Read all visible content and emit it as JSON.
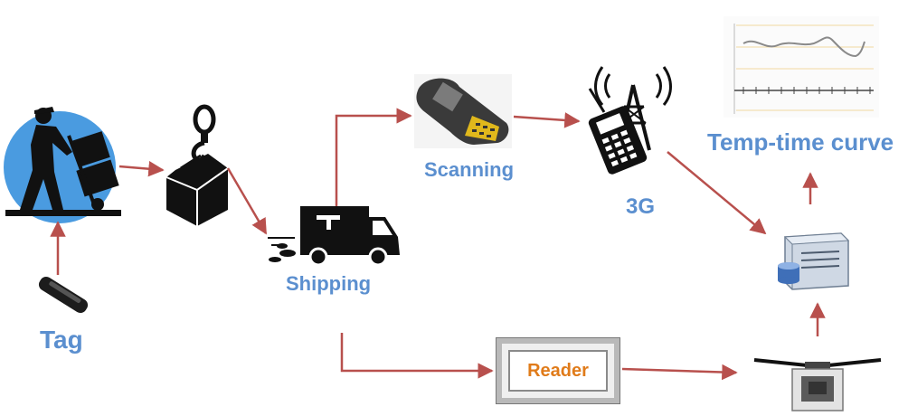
{
  "labels": {
    "tag": "Tag",
    "shipping": "Shipping",
    "scanning": "Scanning",
    "g3": "3G",
    "reader": "Reader",
    "temp_curve": "Temp-time curve"
  },
  "icons": {
    "worker": "worker-with-hand-truck-icon",
    "tag": "rfid-tag-icon",
    "crane_box": "crane-hook-box-icon",
    "truck": "delivery-truck-icon",
    "scanner": "handheld-scanner-icon",
    "phone": "mobile-phone-tower-icon",
    "chart": "temperature-chart-thumbnail-icon",
    "server": "server-database-icon",
    "reader": "wireless-reader-icon"
  },
  "colors": {
    "arrow": "#b8504d",
    "label_blue": "#5b8fcf",
    "label_orange": "#e07b1a"
  }
}
